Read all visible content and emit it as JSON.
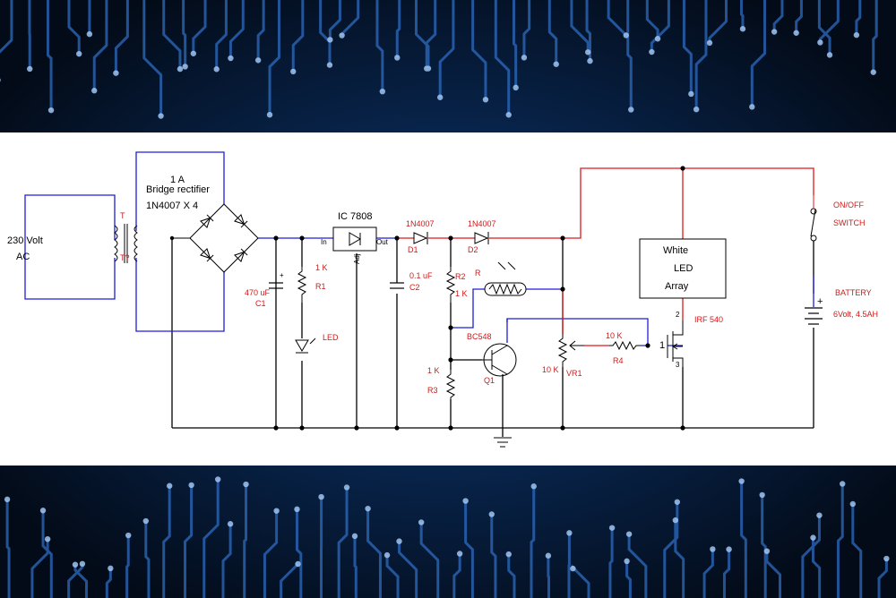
{
  "source_labels": {
    "volt": "230 Volt",
    "ac": "AC"
  },
  "transformer_labels": {
    "top": "T",
    "bottom": "T?"
  },
  "rectifier": {
    "current": "1 A",
    "name": "Bridge rectifier",
    "part": "1N4007 X 4"
  },
  "capacitor_c1": {
    "value": "470 uF",
    "ref": "C1"
  },
  "resistor_r1": {
    "value": "1 K",
    "ref": "R1"
  },
  "led": {
    "label": "LED"
  },
  "regulator": {
    "name": "IC 7808",
    "in": "In",
    "out": "Out",
    "adj": "Adj"
  },
  "capacitor_c2": {
    "value": "0.1 uF",
    "ref": "C2"
  },
  "diode_d1": {
    "part": "1N4007",
    "ref": "D1"
  },
  "diode_d2": {
    "part": "1N4007",
    "ref": "D2"
  },
  "resistor_r2": {
    "ref": "R2",
    "value": "1 K"
  },
  "ldr": {
    "ref": "R"
  },
  "transistor_q1": {
    "part": "BC548",
    "ref": "Q1"
  },
  "resistor_r3": {
    "value": "1 K",
    "ref": "R3"
  },
  "pot_vr1": {
    "value": "10 K",
    "ref": "VR1"
  },
  "resistor_r4": {
    "value": "10 K",
    "ref": "R4"
  },
  "mosfet": {
    "part": "IRF 540",
    "pin_gate": "1",
    "pin_drain": "2",
    "pin_source": "3"
  },
  "led_array": {
    "line1": "White",
    "line2": "LED",
    "line3": "Array"
  },
  "switch": {
    "line1": "ON/OFF",
    "line2": "SWITCH"
  },
  "battery": {
    "line1": "BATTERY",
    "line2": "6Volt, 4.5AH",
    "plus": "+"
  },
  "c1_plus": "+",
  "colors": {
    "wire_black": "#000000",
    "wire_blue": "#1f1fd6",
    "wire_red": "#e01818",
    "label_red": "#d11a1a",
    "panel": "#ffffff",
    "board": "#04101f",
    "trace": "#1d4f8f"
  }
}
